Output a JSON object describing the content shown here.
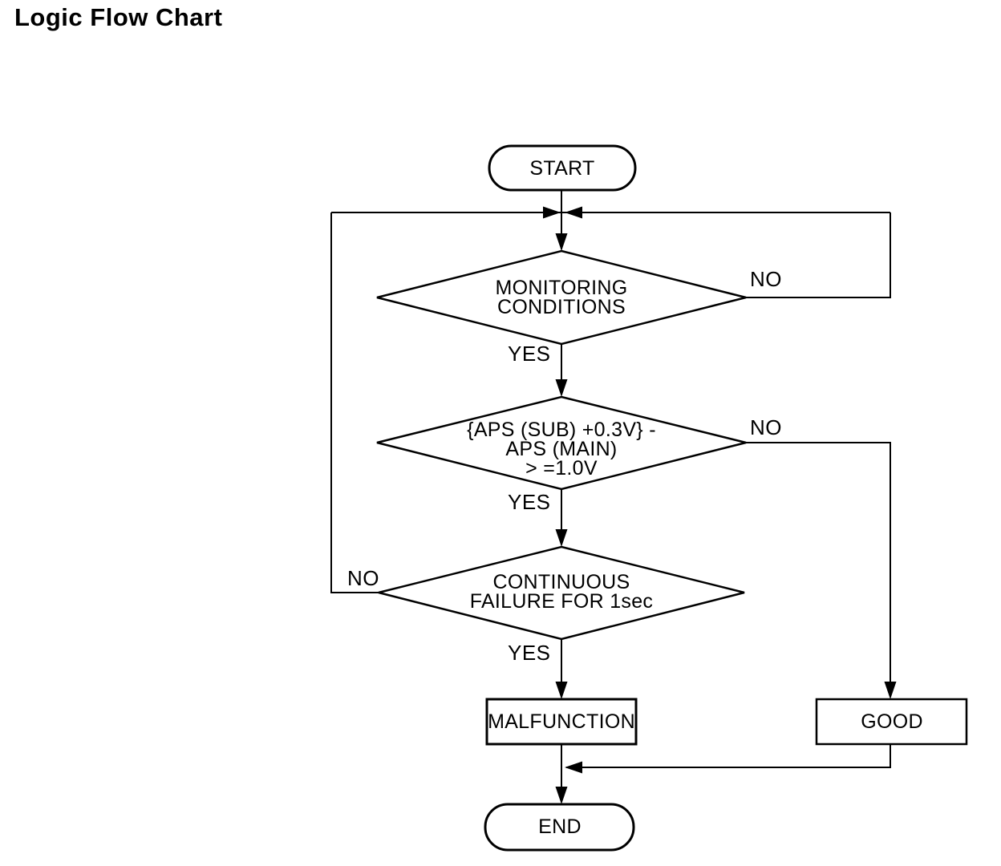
{
  "title": "Logic Flow Chart",
  "colors": {
    "line": "#000000",
    "background": "#ffffff",
    "text": "#000000"
  },
  "nodes": {
    "start": {
      "type": "terminator",
      "label": "START"
    },
    "monitoring": {
      "type": "decision",
      "label": "MONITORING\nCONDITIONS"
    },
    "aps": {
      "type": "decision",
      "label": "{APS (SUB) +0.3V} -\nAPS (MAIN)\n> =1.0V"
    },
    "continuous": {
      "type": "decision",
      "label": "CONTINUOUS\nFAILURE FOR 1sec"
    },
    "malfunction": {
      "type": "process",
      "label": "MALFUNCTION"
    },
    "good": {
      "type": "process",
      "label": "GOOD"
    },
    "end": {
      "type": "terminator",
      "label": "END"
    }
  },
  "edge_labels": {
    "monitoring_yes": "YES",
    "monitoring_no": "NO",
    "aps_yes": "YES",
    "aps_no": "NO",
    "continuous_yes": "YES",
    "continuous_no": "NO"
  },
  "edges": [
    {
      "from": "start",
      "to": "monitoring",
      "label": ""
    },
    {
      "from": "monitoring",
      "to": "aps",
      "label": "YES"
    },
    {
      "from": "monitoring",
      "to": "monitoring",
      "label": "NO",
      "route": "right rail loop back above monitoring"
    },
    {
      "from": "aps",
      "to": "continuous",
      "label": "YES"
    },
    {
      "from": "aps",
      "to": "good",
      "label": "NO",
      "route": "right rail down"
    },
    {
      "from": "continuous",
      "to": "malfunction",
      "label": "YES"
    },
    {
      "from": "continuous",
      "to": "monitoring",
      "label": "NO",
      "route": "left rail loop back above monitoring"
    },
    {
      "from": "malfunction",
      "to": "end",
      "label": ""
    },
    {
      "from": "good",
      "to": "end",
      "label": "",
      "route": "down then left merge"
    }
  ]
}
